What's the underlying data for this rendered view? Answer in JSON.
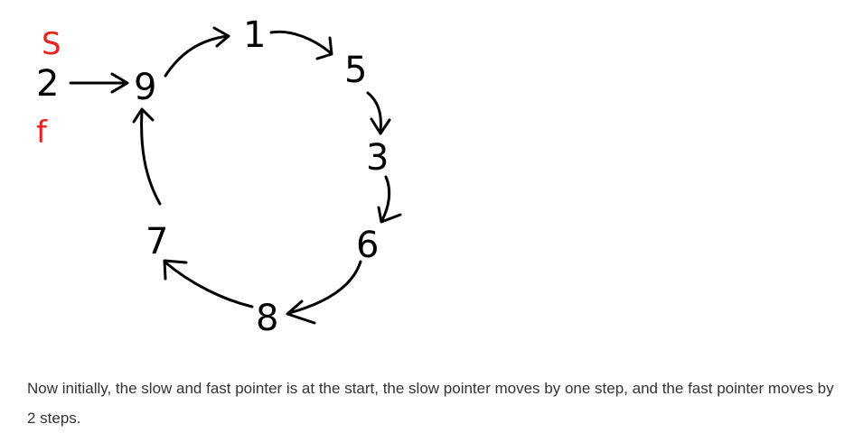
{
  "diagram": {
    "nodes": {
      "start": "2",
      "n9": "9",
      "n1": "1",
      "n5": "5",
      "n3": "3",
      "n6": "6",
      "n8": "8",
      "n7": "7"
    },
    "markers": {
      "slow": "S",
      "fast": "f",
      "color": "#e8231f"
    }
  },
  "caption": {
    "text": "Now initially, the slow and fast pointer is at the start, the slow pointer moves by one step, and the fast pointer moves by 2 steps."
  }
}
